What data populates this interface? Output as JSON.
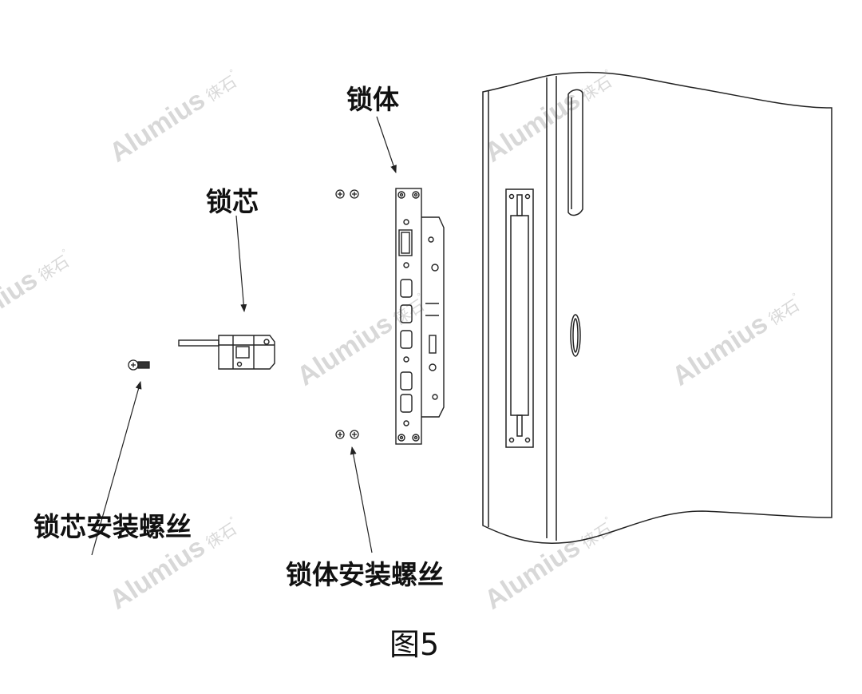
{
  "figure": {
    "caption": "图5"
  },
  "labels": {
    "lock_body": "锁体",
    "lock_cylinder": "锁芯",
    "cylinder_screw": "锁芯安装螺丝",
    "body_screws": "锁体安装螺丝"
  },
  "watermark": {
    "brand": "Alumius",
    "brand_cn": "徕石",
    "mark": "°"
  },
  "colors": {
    "line": "#222222",
    "label": "#111111",
    "watermark": "#d8d8d8"
  }
}
